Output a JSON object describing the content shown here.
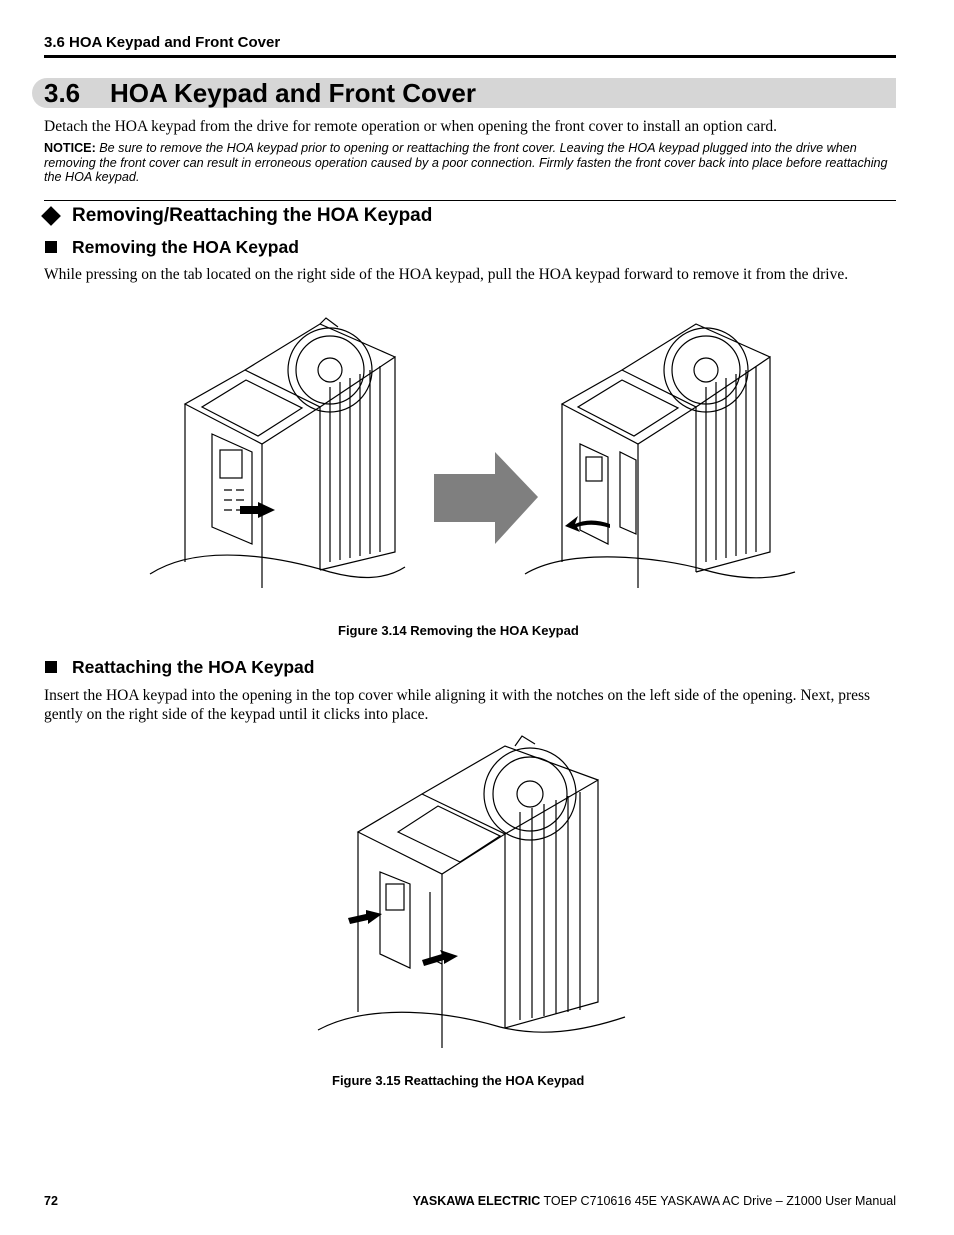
{
  "running_header": "3.6 HOA Keypad and Front Cover",
  "section": {
    "number": "3.6",
    "title": "HOA Keypad and Front Cover"
  },
  "intro": "Detach the HOA keypad from the drive for remote operation or when opening the front cover to install an option card.",
  "notice": {
    "label": "NOTICE:",
    "text": "Be sure to remove the HOA keypad prior to opening or reattaching the front cover. Leaving the HOA keypad plugged into the drive when removing the front cover can result in erroneous operation caused by a poor connection. Firmly fasten the front cover back into place before reattaching the HOA keypad."
  },
  "subsection": {
    "title": "Removing/Reattaching the HOA Keypad"
  },
  "removing": {
    "heading": "Removing the HOA Keypad",
    "text": "While pressing on the tab located on the right side of the HOA keypad, pull the HOA keypad forward to remove it from the drive.",
    "caption": "Figure 3.14  Removing the HOA Keypad"
  },
  "reattaching": {
    "heading": "Reattaching the HOA Keypad",
    "text": "Insert the HOA keypad into the opening in the top cover while aligning it with the notches on the left side of the opening. Next, press gently on the right side of the keypad until it clicks into place.",
    "caption": "Figure 3.15  Reattaching the HOA Keypad"
  },
  "footer": {
    "page_number": "72",
    "brand": "YASKAWA ELECTRIC",
    "doc": " TOEP C710616 45E YASKAWA AC Drive – Z1000 User Manual"
  },
  "colors": {
    "title_band": "#d6d6d6",
    "arrow": "#7f7f7f"
  }
}
